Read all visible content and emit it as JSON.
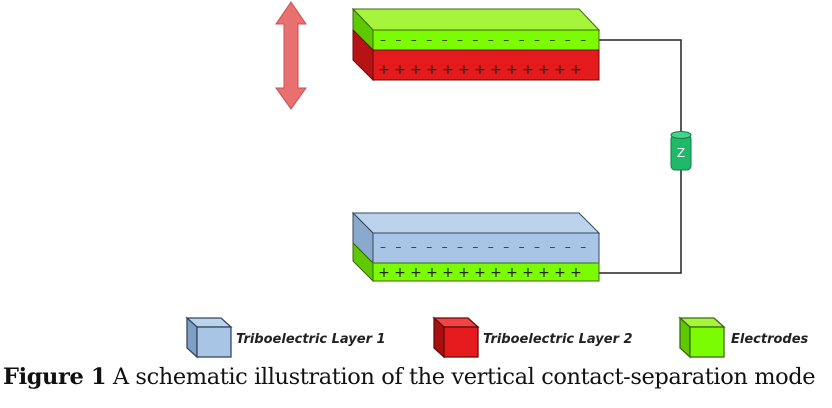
{
  "diagram": {
    "charges": {
      "negative_symbol": "—",
      "positive_symbol": "+"
    },
    "load_label": "Z",
    "colors": {
      "electrode": "#7CFC00",
      "electrode_top_face": "#A6F53C",
      "triboelectric_layer_1": "#A9C5E6",
      "triboelectric_layer_1_top": "#BCD3EE",
      "triboelectric_layer_2": "#E41A1C",
      "load": "#1FB96A",
      "arrow": "#E8706E",
      "wire": "#222222"
    }
  },
  "legend": {
    "items": [
      {
        "label": "Triboelectric Layer 1",
        "icon": "blue-cube-icon"
      },
      {
        "label": "Triboelectric Layer 2",
        "icon": "red-cube-icon"
      },
      {
        "label": "Electrodes",
        "icon": "green-cube-icon"
      }
    ]
  },
  "caption": {
    "figure_number": "Figure 1",
    "text": " A schematic illustration of the vertical contact-separation mode"
  }
}
